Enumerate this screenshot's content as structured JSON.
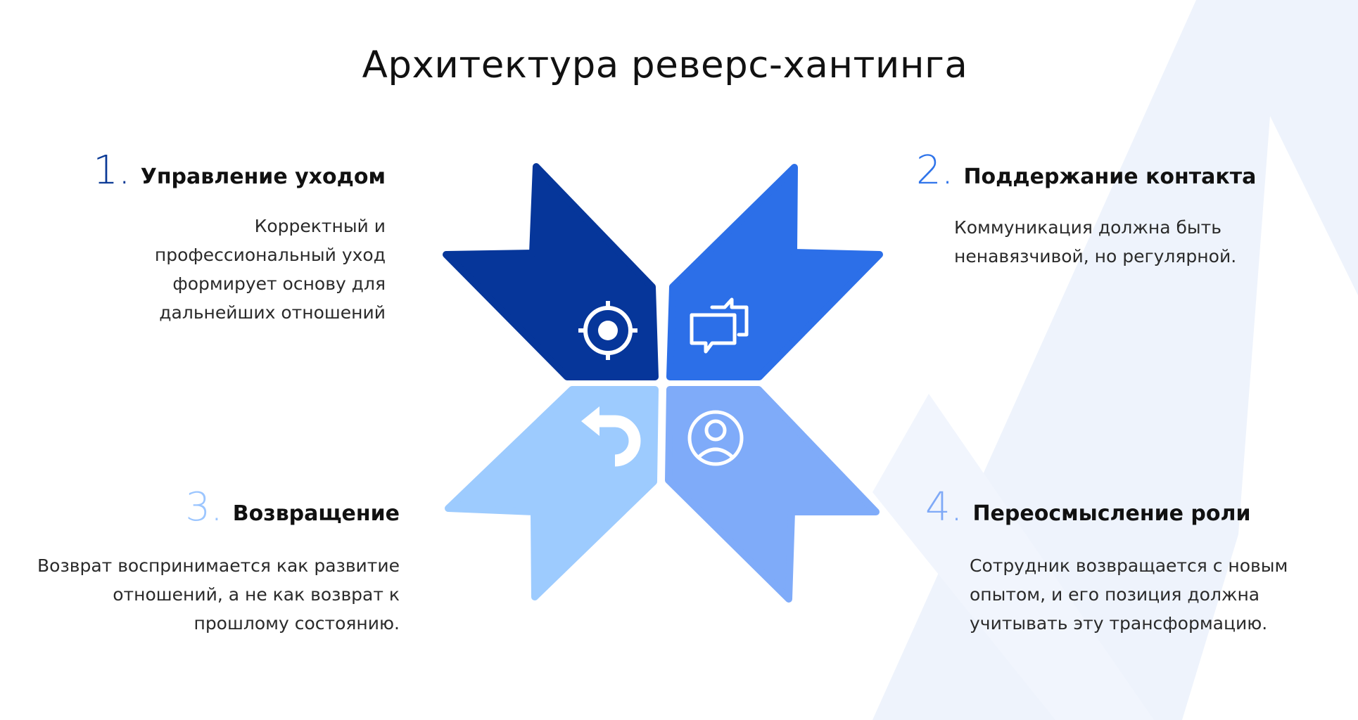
{
  "title": "Архитектура реверс-хантинга",
  "colors": {
    "petal_1": "#06369a",
    "petal_2": "#2c6fe8",
    "petal_3": "#9dcbfe",
    "petal_4": "#7fabf9",
    "background_decor": "#eef3fc"
  },
  "steps": [
    {
      "number": "1.",
      "title": "Управление уходом",
      "description": "Корректный и профессиональный уход формирует основу для дальнейших отношений",
      "icon": "target-icon"
    },
    {
      "number": "2.",
      "title": "Поддержание контакта",
      "description": "Коммуникация должна быть ненавязчивой, но регулярной.",
      "icon": "chat-bubbles-icon"
    },
    {
      "number": "3.",
      "title": "Возвращение",
      "description": "Возврат воспринимается как развитие отношений, а не как возврат к прошлому состоянию.",
      "icon": "return-arrow-icon"
    },
    {
      "number": "4.",
      "title": "Переосмысление роли",
      "description": "Сотрудник возвращается с новым опытом, и его позиция должна учитывать эту трансформацию.",
      "icon": "user-circle-icon"
    }
  ]
}
